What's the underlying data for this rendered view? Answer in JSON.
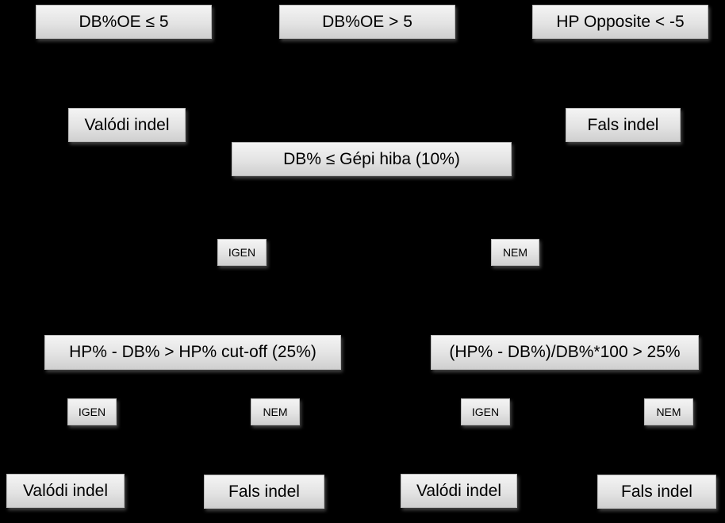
{
  "top_conditions": {
    "db_oe_le": "DB%OE ≤  5",
    "db_oe_gt": "DB%OE  >  5",
    "hp_opposite": "HP Opposite  < -5"
  },
  "first_level": {
    "valodi": "Valódi indel",
    "fals": "Fals indel",
    "gepi_hiba": "DB% ≤ Gépi hiba (10%)"
  },
  "branch": {
    "igen": "IGEN",
    "nem": "NEM"
  },
  "second_level": {
    "hp_cutoff": "HP% - DB% > HP% cut-off (25%)",
    "ratio": "(HP% - DB%)/DB%*100 > 25%",
    "left_igen": "IGEN",
    "left_nem": "NEM",
    "right_igen": "IGEN",
    "right_nem": "NEM"
  },
  "outcomes": [
    "Valódi indel",
    "Fals indel",
    "Valódi indel",
    "Fals indel"
  ],
  "colors": {
    "background": "#000000",
    "box_fill_top": "#f4f4f4",
    "box_fill_bottom": "#cfcfcf",
    "text": "#000000"
  }
}
